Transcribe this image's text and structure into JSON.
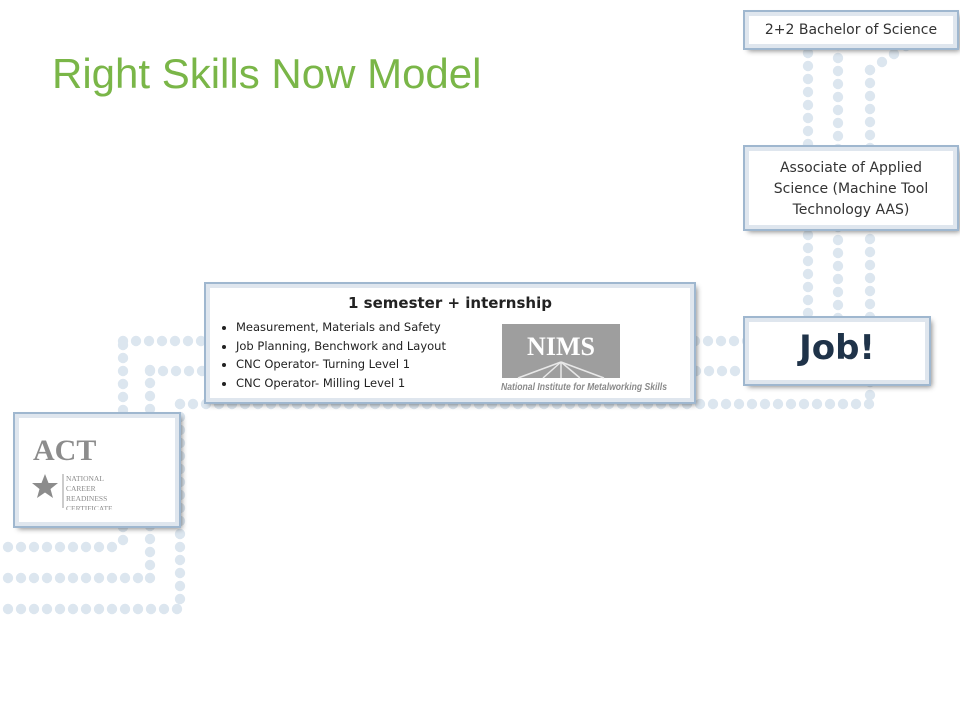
{
  "title": "Right Skills Now Model",
  "colors": {
    "title": "#7ab648",
    "dots": "#dce6ef",
    "box_border": "#9fb7cf",
    "job_text": "#1f3349"
  },
  "boxes": {
    "bachelor": "2+2 Bachelor of Science",
    "associate": "Associate of Applied Science (Machine Tool Technology AAS)",
    "job": "Job!",
    "semester": {
      "heading": "1 semester + internship",
      "items": [
        "Measurement, Materials and Safety",
        "Job Planning, Benchwork and Layout",
        "CNC Operator- Turning Level 1",
        "CNC Operator- Milling Level 1"
      ]
    }
  },
  "logos": {
    "nims_mark": "NIMS",
    "nims_name": "National Institute for Metalworking Skills",
    "act_mark": "ACT",
    "act_certificate": "National Career Readiness Certificate"
  }
}
